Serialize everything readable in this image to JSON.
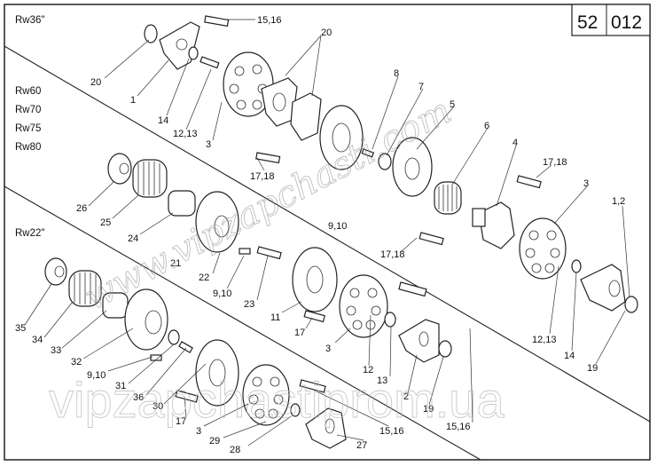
{
  "sheet": {
    "group": "52",
    "number": "012"
  },
  "models": {
    "top": "Rw36\"",
    "middle": [
      "Rw60",
      "Rw70",
      "Rw75",
      "Rw80"
    ],
    "bottom": "Rw22\""
  },
  "labels": {
    "a_15_16": "15,16",
    "a_20a": "20",
    "a_20b": "20",
    "a_1": "1",
    "a_14": "14",
    "a_12_13": "12,13",
    "a_3": "3",
    "a_17_18": "17,18",
    "b_8": "8",
    "b_7": "7",
    "b_5": "5",
    "b_6": "6",
    "b_4": "4",
    "b_17_18": "17,18",
    "b_3": "3",
    "b_1_2": "1,2",
    "c_26": "26",
    "c_25": "25",
    "c_24": "24",
    "c_21": "21",
    "c_22": "22",
    "c_9_10": "9,10",
    "c_23": "23",
    "c_11": "11",
    "c_17": "17",
    "c_3": "3",
    "c_9_10b": "9,10",
    "d_17_18": "17,18",
    "d_12_13": "12,13",
    "d_14": "14",
    "d_19": "19",
    "d_12": "12",
    "d_13": "13",
    "d_2": "2",
    "d_19b": "19",
    "d_15_16": "15,16",
    "d_15_16b": "15,16",
    "d_27": "27",
    "e_35": "35",
    "e_34": "34",
    "e_33": "33",
    "e_32": "32",
    "e_9_10": "9,10",
    "e_31": "31",
    "e_36": "36",
    "e_30": "30",
    "e_17": "17",
    "e_3": "3",
    "e_29": "29",
    "e_28": "28"
  },
  "watermarks": [
    "www.vipzapchasti.com",
    "vipzapchastiprom.ua"
  ]
}
